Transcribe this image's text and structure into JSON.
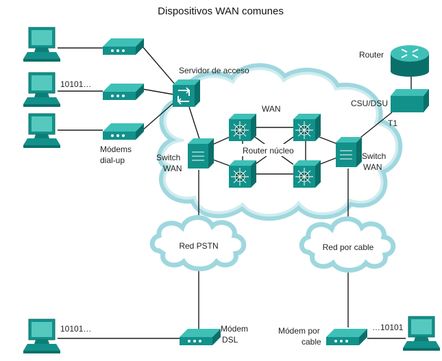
{
  "title": "Dispositivos WAN comunes",
  "labels": {
    "access_server": "Servidor de acceso",
    "bits_pc2": "10101…",
    "modems_line1": "Módems",
    "modems_line2": "dial-up",
    "wan_cloud": "WAN",
    "core_router": "Router núcleo",
    "switch_left_line1": "Switch",
    "switch_left_line2": "WAN",
    "switch_right_line1": "Switch",
    "switch_right_line2": "WAN",
    "router": "Router",
    "csu_dsu": "CSU/DSU",
    "t1": "T1",
    "pstn": "Red PSTN",
    "cable_net": "Red por cable",
    "bits_pc_bottom_left": "10101…",
    "dsl_line1": "Módem",
    "dsl_line2": "DSL",
    "cable_modem_line1": "Módem por",
    "cable_modem_line2": "cable",
    "bits_pc_bottom_right": "…10101"
  },
  "colors": {
    "device_dark": "#0b6f69",
    "device_mid": "#12918a",
    "device_light": "#3fc0b7",
    "cloud_ring": "#9fd7df",
    "cloud_ring_inner": "#cfecef",
    "wire": "#1a1a1a"
  },
  "icons": [
    "pc-icon",
    "modem-icon",
    "access-server-icon",
    "switch-icon",
    "core-router-icon",
    "router-icon",
    "csu-dsu-icon",
    "cloud-icon"
  ]
}
